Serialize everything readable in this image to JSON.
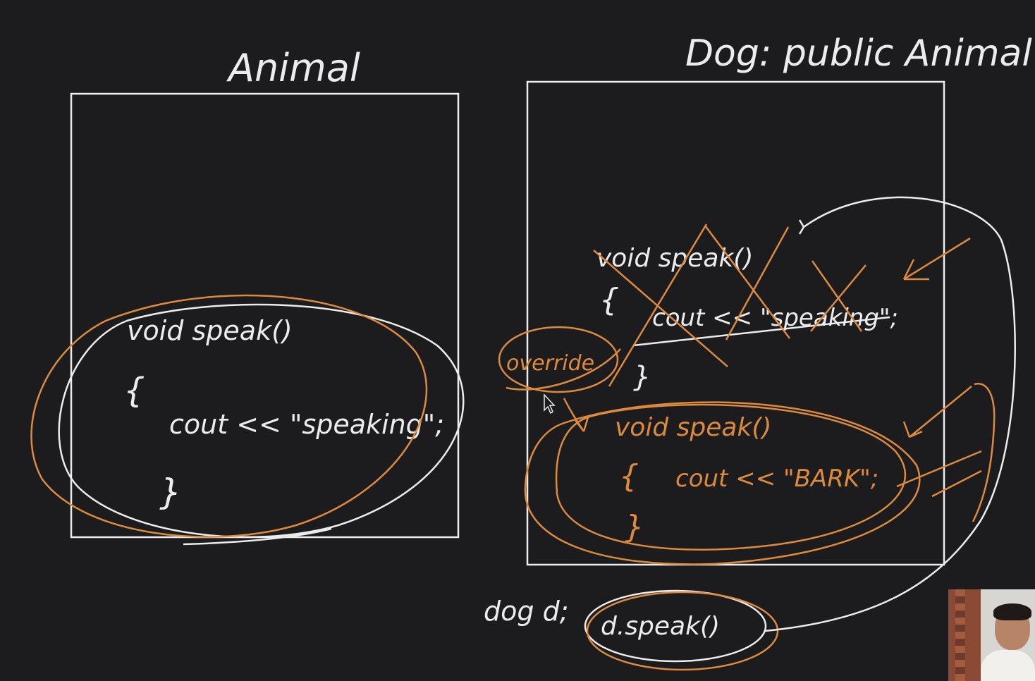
{
  "colors": {
    "background": "#1c1c1e",
    "chalk": "#ececec",
    "ink": "#dc8a3e"
  },
  "left_panel": {
    "title": "Animal",
    "code_signature": "void speak()",
    "open_brace": "{",
    "code_body": "cout << \"speaking\";",
    "close_brace": "}"
  },
  "right_panel": {
    "title": "Dog: public Animal",
    "struck_signature": "void speak()",
    "struck_open_brace": "{",
    "struck_body": "cout << \"speaking\";",
    "struck_close_brace": "}",
    "override_label": "override",
    "new_signature": "void speak()",
    "new_open_brace": "{",
    "new_body": "cout << \"BARK\";",
    "new_close_brace": "}"
  },
  "bottom_code": {
    "declaration": "dog d;",
    "call": "d.speak()"
  },
  "webcam": {
    "icon": "presenter-webcam"
  }
}
